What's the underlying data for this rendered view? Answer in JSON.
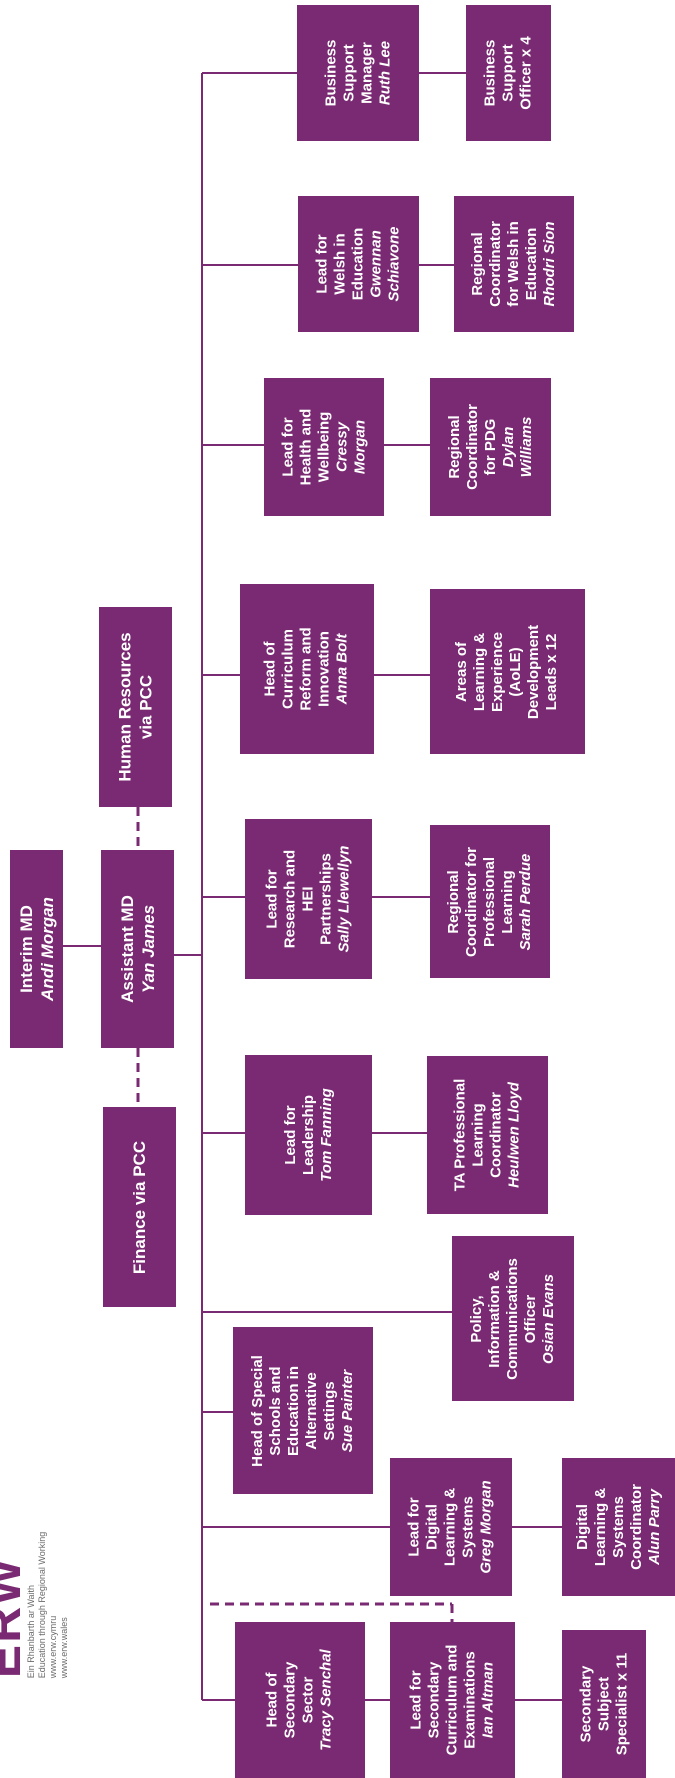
{
  "colors": {
    "box": "#7a2a72",
    "line": "#7a2a72",
    "text": "#ffffff"
  },
  "logo": {
    "word": "ERW",
    "lines": [
      "Ein Rhanbarth ar Waith",
      "Education through Regional Working",
      "www.erw.cymru",
      "www.erw.wales"
    ]
  },
  "nodes": {
    "interim_md": {
      "lines": [
        "Interim MD"
      ],
      "name": "Andi Morgan"
    },
    "assistant_md": {
      "lines": [
        "Assistant MD"
      ],
      "name": "Yan James"
    },
    "hr": {
      "lines": [
        "Human Resources",
        "via PCC"
      ],
      "name": ""
    },
    "finance": {
      "lines": [
        "Finance via PCC"
      ],
      "name": ""
    },
    "business_manager": {
      "lines": [
        "Business",
        "Support",
        "Manager"
      ],
      "name": "Ruth Lee"
    },
    "business_officer": {
      "lines": [
        "Business",
        "Support",
        "Officer x 4"
      ],
      "name": ""
    },
    "welsh_lead": {
      "lines": [
        "Lead for",
        "Welsh in",
        "Education"
      ],
      "name": "Gwennan Schiavone",
      "name_lines": [
        "Gwennan",
        "Schiavone"
      ]
    },
    "welsh_coord": {
      "lines": [
        "Regional",
        "Coordinator",
        "for Welsh in",
        "Education"
      ],
      "name": "Rhodri Sion"
    },
    "health_lead": {
      "lines": [
        "Lead for",
        "Health and",
        "Wellbeing"
      ],
      "name": "Cressy Morgan",
      "name_lines": [
        "Cressy",
        "Morgan"
      ]
    },
    "pdg_coord": {
      "lines": [
        "Regional",
        "Coordinator",
        "for PDG"
      ],
      "name": "Dylan Williams",
      "name_lines": [
        "Dylan",
        "Williams"
      ]
    },
    "curriculum_head": {
      "lines": [
        "Head of",
        "Curriculum",
        "Reform and",
        "Innovation"
      ],
      "name": "Anna Bolt"
    },
    "aole_leads": {
      "lines": [
        "Areas of",
        "Learning &",
        "Experience",
        "(AoLE)",
        "Development",
        "Leads x 12"
      ],
      "name": ""
    },
    "research_lead": {
      "lines": [
        "Lead for",
        "Research and",
        "HEI",
        "Partnerships"
      ],
      "name": "Sally Llewellyn"
    },
    "pl_coord": {
      "lines": [
        "Regional",
        "Coordinator for",
        "Professional",
        "Learning"
      ],
      "name": "Sarah Perdue"
    },
    "leadership_lead": {
      "lines": [
        "Lead for",
        "Leadership"
      ],
      "name": "Tom Fanning"
    },
    "ta_coord": {
      "lines": [
        "TA Professional",
        "Learning",
        "Coordinator"
      ],
      "name": "Heulwen Lloyd"
    },
    "policy_officer": {
      "lines": [
        "Policy,",
        "Information &",
        "Communications",
        "Officer"
      ],
      "name": "Osian Evans"
    },
    "special_head": {
      "lines": [
        "Head of Special",
        "Schools and",
        "Education in",
        "Alternative",
        "Settings"
      ],
      "name": "Sue Painter"
    },
    "digital_lead": {
      "lines": [
        "Lead for",
        "Digital",
        "Learning &",
        "Systems"
      ],
      "name": "Greg Morgan"
    },
    "digital_coord": {
      "lines": [
        "Digital",
        "Learning &",
        "Systems",
        "Coordinator"
      ],
      "name": "Alun Parry"
    },
    "secondary_head": {
      "lines": [
        "Head of",
        "Secondary",
        "Sector"
      ],
      "name": "Tracy Senchal"
    },
    "secondary_lead": {
      "lines": [
        "Lead for",
        "Secondary",
        "Curriculum and",
        "Examinations"
      ],
      "name": "Ian Altman"
    },
    "subject_spec": {
      "lines": [
        "Secondary",
        "Subject",
        "Specialist x 11"
      ],
      "name": ""
    }
  }
}
